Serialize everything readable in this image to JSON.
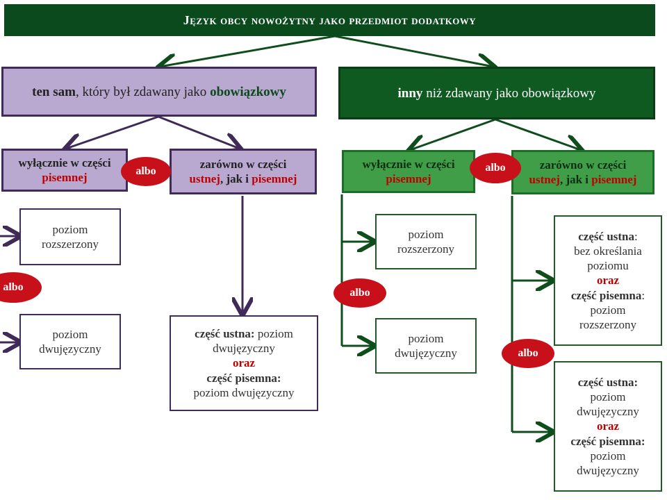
{
  "title": "Język obcy nowożytny jako przedmiot dodatkowy",
  "left_top": {
    "bold1": "ten sam",
    "mid": ", który był zdawany jako ",
    "bold2": "obowiązkowy"
  },
  "right_top": {
    "bold1": "inny",
    "mid": " niż zdawany jako obowiązkowy"
  },
  "left_a": {
    "line1": "wyłącznie w części",
    "line2": "pisemnej"
  },
  "left_b": {
    "line1": "zarówno w części",
    "red1": "ustnej",
    "mid": ", jak i ",
    "red2": "pisemnej"
  },
  "right_a": {
    "line1": "wyłącznie w części",
    "line2": "pisemnej"
  },
  "right_b": {
    "line1": "zarówno w części",
    "red1": "ustnej",
    "mid": ", jak i ",
    "red2": "pisemnej"
  },
  "albo": "albo",
  "left_level1": {
    "line1": "poziom",
    "line2": "rozszerzony"
  },
  "left_level2": {
    "line1": "poziom",
    "line2": "dwujęzyczny"
  },
  "left_combo": {
    "oral_label": "część ustna:",
    "oral_level": " poziom",
    "oral_level2": "dwujęzyczny",
    "and": "oraz",
    "written_label": "część pisemna:",
    "written_level": "poziom dwujęzyczny"
  },
  "right_level1": {
    "line1": "poziom",
    "line2": "rozszerzony"
  },
  "right_level2": {
    "line1": "poziom",
    "line2": "dwujęzyczny"
  },
  "right_combo1": {
    "oral_label": "część ustna",
    "colon": ":",
    "oral_1": "bez określania",
    "oral_2": "poziomu",
    "and": "oraz",
    "written_label": "część pisemna",
    "colon2": ":",
    "w1": "poziom",
    "w2": "rozszerzony"
  },
  "right_combo2": {
    "oral_label": "część ustna:",
    "o1": "poziom",
    "o2": "dwujęzyczny",
    "and": "oraz",
    "written_label": "część pisemna:",
    "w1": "poziom",
    "w2": "dwujęzyczny"
  },
  "colors": {
    "title_bg": "#0b4a1c",
    "purple": "#b9a8cf",
    "purple_border": "#3f2a58",
    "green_dark": "#0e5a20",
    "green_mid": "#3f9e47",
    "red": "#c8101b"
  }
}
